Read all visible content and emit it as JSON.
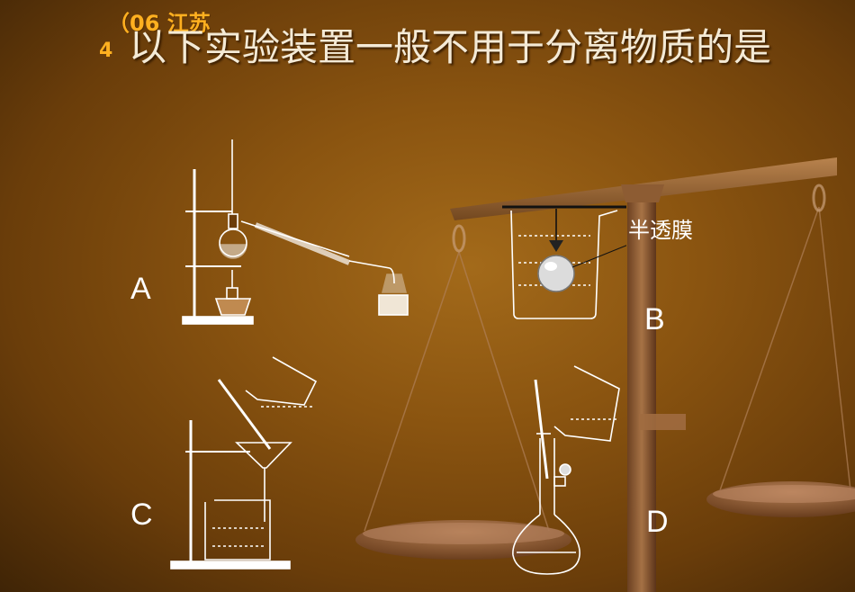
{
  "slide": {
    "source_tag": "（06 江苏",
    "question_number": "4",
    "title": "以下实验装置一般不用于分离物质的是"
  },
  "options": [
    {
      "label": "A"
    },
    {
      "label": "B",
      "annotation": "半透膜"
    },
    {
      "label": "C"
    },
    {
      "label": "D"
    }
  ]
}
